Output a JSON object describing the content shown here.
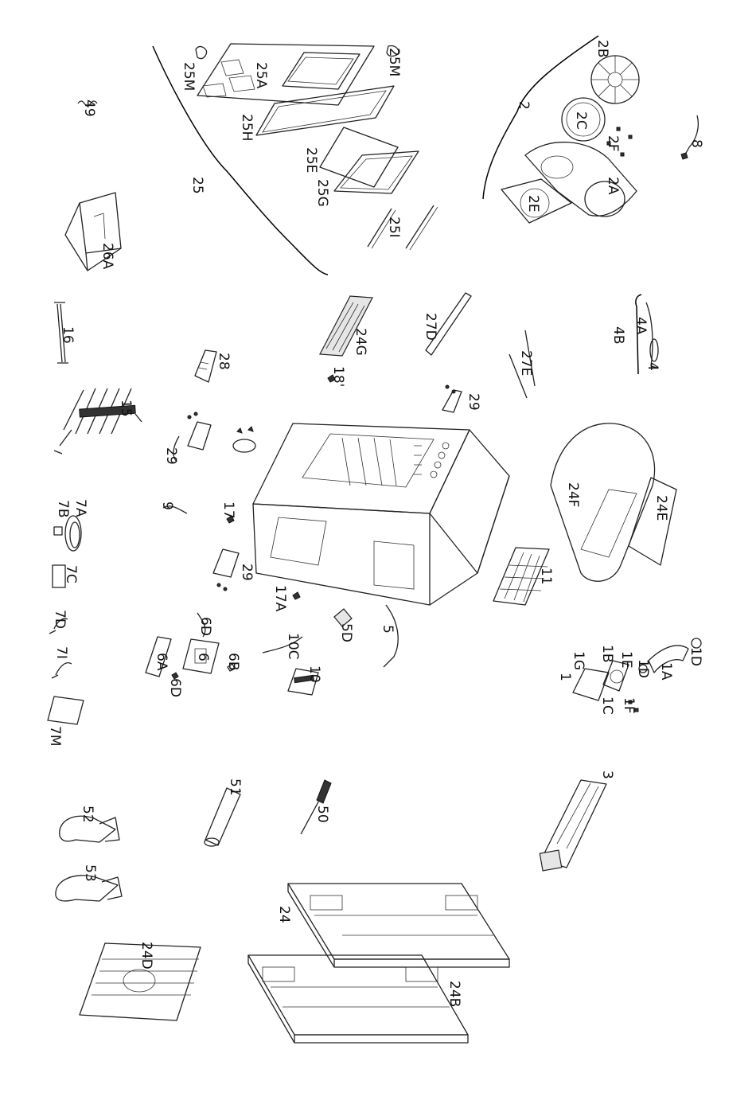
{
  "diagram": {
    "labels": [
      {
        "id": "25M_a",
        "text": "25M"
      },
      {
        "id": "25A",
        "text": "25A"
      },
      {
        "id": "25M_b",
        "text": "25M"
      },
      {
        "id": "25H",
        "text": "25H"
      },
      {
        "id": "25E",
        "text": "25E"
      },
      {
        "id": "25G",
        "text": "25G"
      },
      {
        "id": "25I",
        "text": "25I"
      },
      {
        "id": "25",
        "text": "25"
      },
      {
        "id": "49",
        "text": "49"
      },
      {
        "id": "2B",
        "text": "2B"
      },
      {
        "id": "2",
        "text": "2"
      },
      {
        "id": "2C",
        "text": "2C"
      },
      {
        "id": "2F",
        "text": "2F"
      },
      {
        "id": "2A",
        "text": "2A"
      },
      {
        "id": "2E",
        "text": "2E"
      },
      {
        "id": "8",
        "text": "8"
      },
      {
        "id": "26A",
        "text": "26A"
      },
      {
        "id": "16",
        "text": "16"
      },
      {
        "id": "24G",
        "text": "24G"
      },
      {
        "id": "18p",
        "text": "18'"
      },
      {
        "id": "27D",
        "text": "27D"
      },
      {
        "id": "4A",
        "text": "4A"
      },
      {
        "id": "4B",
        "text": "4B"
      },
      {
        "id": "4",
        "text": "4"
      },
      {
        "id": "28",
        "text": "28"
      },
      {
        "id": "27E",
        "text": "27E"
      },
      {
        "id": "15",
        "text": "15"
      },
      {
        "id": "29_a",
        "text": "29"
      },
      {
        "id": "29_b",
        "text": "29"
      },
      {
        "id": "29_c",
        "text": "29"
      },
      {
        "id": "24F",
        "text": "24F"
      },
      {
        "id": "24E",
        "text": "24E"
      },
      {
        "id": "7A",
        "text": "7A"
      },
      {
        "id": "7B",
        "text": "7B"
      },
      {
        "id": "9",
        "text": "9"
      },
      {
        "id": "17",
        "text": "17"
      },
      {
        "id": "11",
        "text": "11"
      },
      {
        "id": "7C",
        "text": "7C"
      },
      {
        "id": "17A",
        "text": "17A"
      },
      {
        "id": "5D",
        "text": "5D"
      },
      {
        "id": "5",
        "text": "5"
      },
      {
        "id": "7D",
        "text": "7D"
      },
      {
        "id": "6D_a",
        "text": "6D"
      },
      {
        "id": "10C",
        "text": "10C"
      },
      {
        "id": "1D_a",
        "text": "1D"
      },
      {
        "id": "1G",
        "text": "1G"
      },
      {
        "id": "1B",
        "text": "1B"
      },
      {
        "id": "1E",
        "text": "1E"
      },
      {
        "id": "1D_b",
        "text": "1D"
      },
      {
        "id": "1A",
        "text": "1A"
      },
      {
        "id": "7I",
        "text": "7I"
      },
      {
        "id": "6A",
        "text": "6A"
      },
      {
        "id": "6",
        "text": "6"
      },
      {
        "id": "6B",
        "text": "6B"
      },
      {
        "id": "10",
        "text": "10"
      },
      {
        "id": "1",
        "text": "1"
      },
      {
        "id": "1C",
        "text": "1C"
      },
      {
        "id": "1F",
        "text": "1F"
      },
      {
        "id": "6D_b",
        "text": "6D"
      },
      {
        "id": "7M",
        "text": "7M"
      },
      {
        "id": "3",
        "text": "3"
      },
      {
        "id": "51",
        "text": "51"
      },
      {
        "id": "52",
        "text": "52"
      },
      {
        "id": "50",
        "text": "50"
      },
      {
        "id": "53",
        "text": "53"
      },
      {
        "id": "24",
        "text": "24"
      },
      {
        "id": "24D",
        "text": "24D"
      },
      {
        "id": "24B",
        "text": "24B"
      }
    ]
  }
}
